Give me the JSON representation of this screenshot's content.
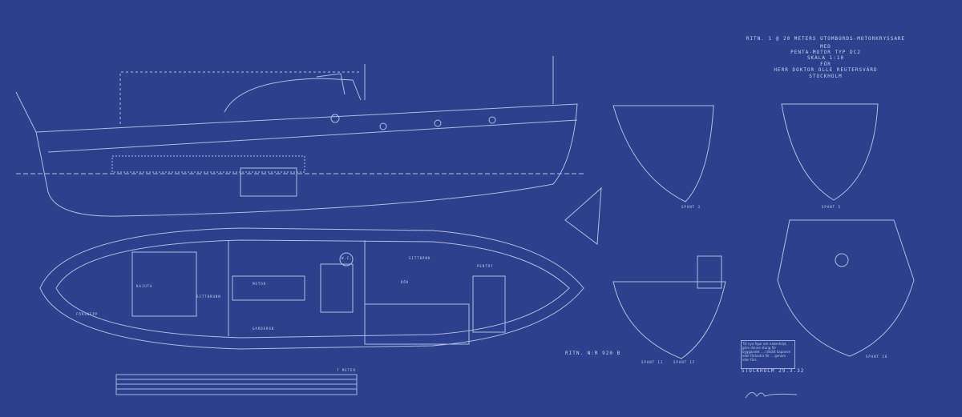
{
  "title_block": {
    "lines": [
      "Ritn. 1 @ 20 meters utombords-motorkryssare",
      "med",
      "Penta-motor typ DC2",
      "Skala 1:10",
      "för",
      "Herr Doktor Olle Reutersvärd",
      "Stockholm"
    ]
  },
  "drawing_number": "Ritn. N:r 920 B",
  "place_date": "Stockholm 29.3.32",
  "note_box": "Till nya figur om nakenhöjd, göre donne stung för byggandet ..., tillsätt kapanon eller förändra för ... genom eller förs.",
  "section_labels": [
    "Spant 3",
    "Spant 5",
    "Spant 11",
    "Spant 15",
    "Spant 18"
  ],
  "plan_labels": [
    "Kajuta",
    "Sittbrunn",
    "Förskepp",
    "Motor",
    "Kök",
    "W.C.",
    "Pentry",
    "Sittbänk",
    "Garderob"
  ],
  "scale_label": "7 meter",
  "colors": {
    "paper": "#2b3f8c",
    "line": "#c9d2ee"
  }
}
